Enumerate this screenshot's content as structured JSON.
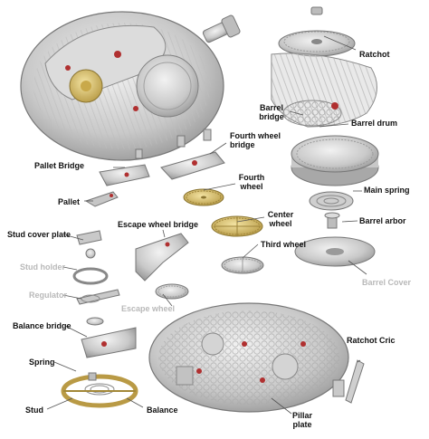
{
  "labels": {
    "ratchot": "Ratchot",
    "barrel_bridge": "Barrel\nbridge",
    "barrel_drum": "Barrel drum",
    "fourth_wheel_bridge": "Fourth wheel\nbridge",
    "pallet_bridge": "Pallet Bridge",
    "fourth_wheel": "Fourth\nwheel",
    "main_spring": "Main spring",
    "pallet": "Pallet",
    "center_wheel": "Center\nwheel",
    "barrel_arbor": "Barrel arbor",
    "stud_cover_plate": "Stud cover plate",
    "escape_wheel_bridge": "Escape wheel bridge",
    "third_wheel": "Third wheel",
    "stud_holder": "Stud holder",
    "barrel_cover": "Barrel Cover",
    "regulator": "Regulator",
    "escape_wheel": "Escape wheel",
    "balance_bridge": "Balance bridge",
    "ratchot_cric": "Ratchot Cric",
    "spring": "Spring",
    "stud": "Stud",
    "balance": "Balance",
    "pillar_plate": "Pillar\nplate"
  },
  "colors": {
    "metal": "#d6d6d6",
    "metal_dark": "#8f8f8f",
    "gold": "#d8c06a",
    "jewel": "#b03030",
    "line": "#555555"
  }
}
